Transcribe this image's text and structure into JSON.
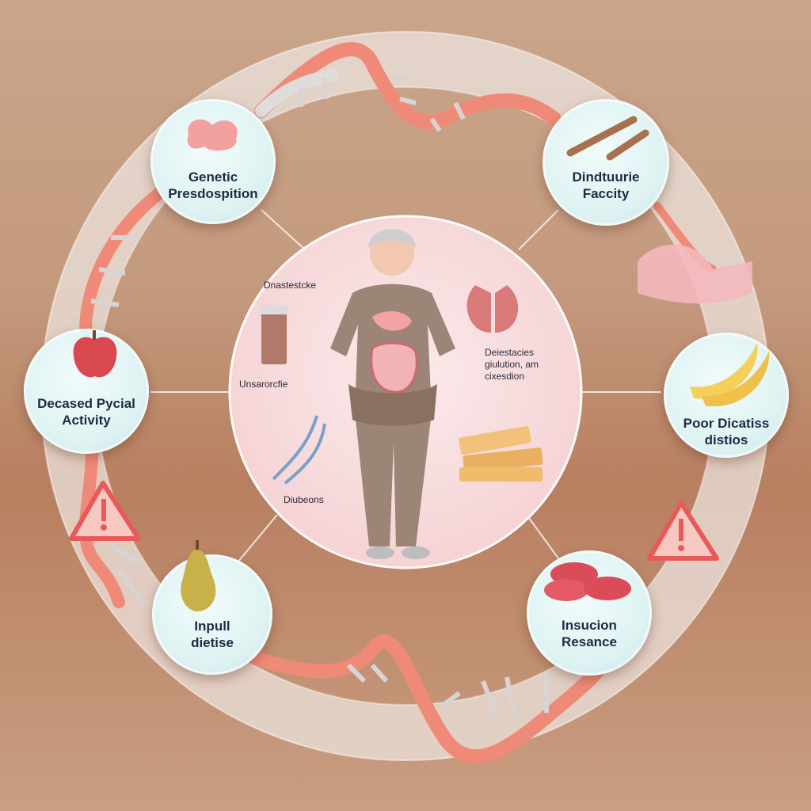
{
  "nodes": {
    "genetic": {
      "label": "Genetic\nPresdospition",
      "icon": "organ-blob-icon"
    },
    "dindtuurie": {
      "label": "Dindtuurie\nFaccity",
      "icon": "sticks-icon"
    },
    "poor_dietary": {
      "label": "Poor Dicatiss\ndistios",
      "icon": "banana-icon"
    },
    "insulin": {
      "label": "Insucion\nResance",
      "icon": "kidney-beans-icon"
    },
    "inpull": {
      "label": "Inpull\ndietise",
      "icon": "pear-icon"
    },
    "decreased_activity": {
      "label": "Decased Pycial\nActivity",
      "icon": "apple-icon"
    }
  },
  "center": {
    "label_top_left": "Dnastestcke",
    "label_mid_left": "Unsarorcfie",
    "label_right": "Deiestacies\ngiulution, am\ncixesdion",
    "label_bottom": "Diubeons"
  },
  "warnings": [
    "warning-icon-left",
    "warning-icon-right"
  ],
  "colors": {
    "node_fill": "#dff3f3",
    "ring": "#efe7e2",
    "dna_strand": "#f08a78",
    "center_fill": "#fbe1e3",
    "warning": "#e85a5a"
  }
}
